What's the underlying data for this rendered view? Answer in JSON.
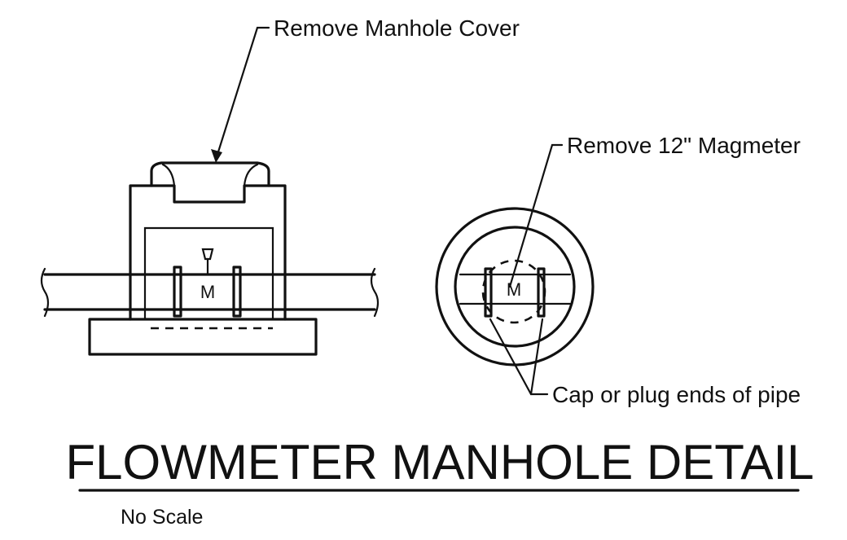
{
  "title": "FLOWMETER MANHOLE DETAIL",
  "scale_note": "No Scale",
  "callouts": {
    "cover": "Remove Manhole Cover",
    "meter": "Remove 12\" Magmeter",
    "caps": "Cap or plug ends of pipe"
  },
  "meter_label": "M"
}
